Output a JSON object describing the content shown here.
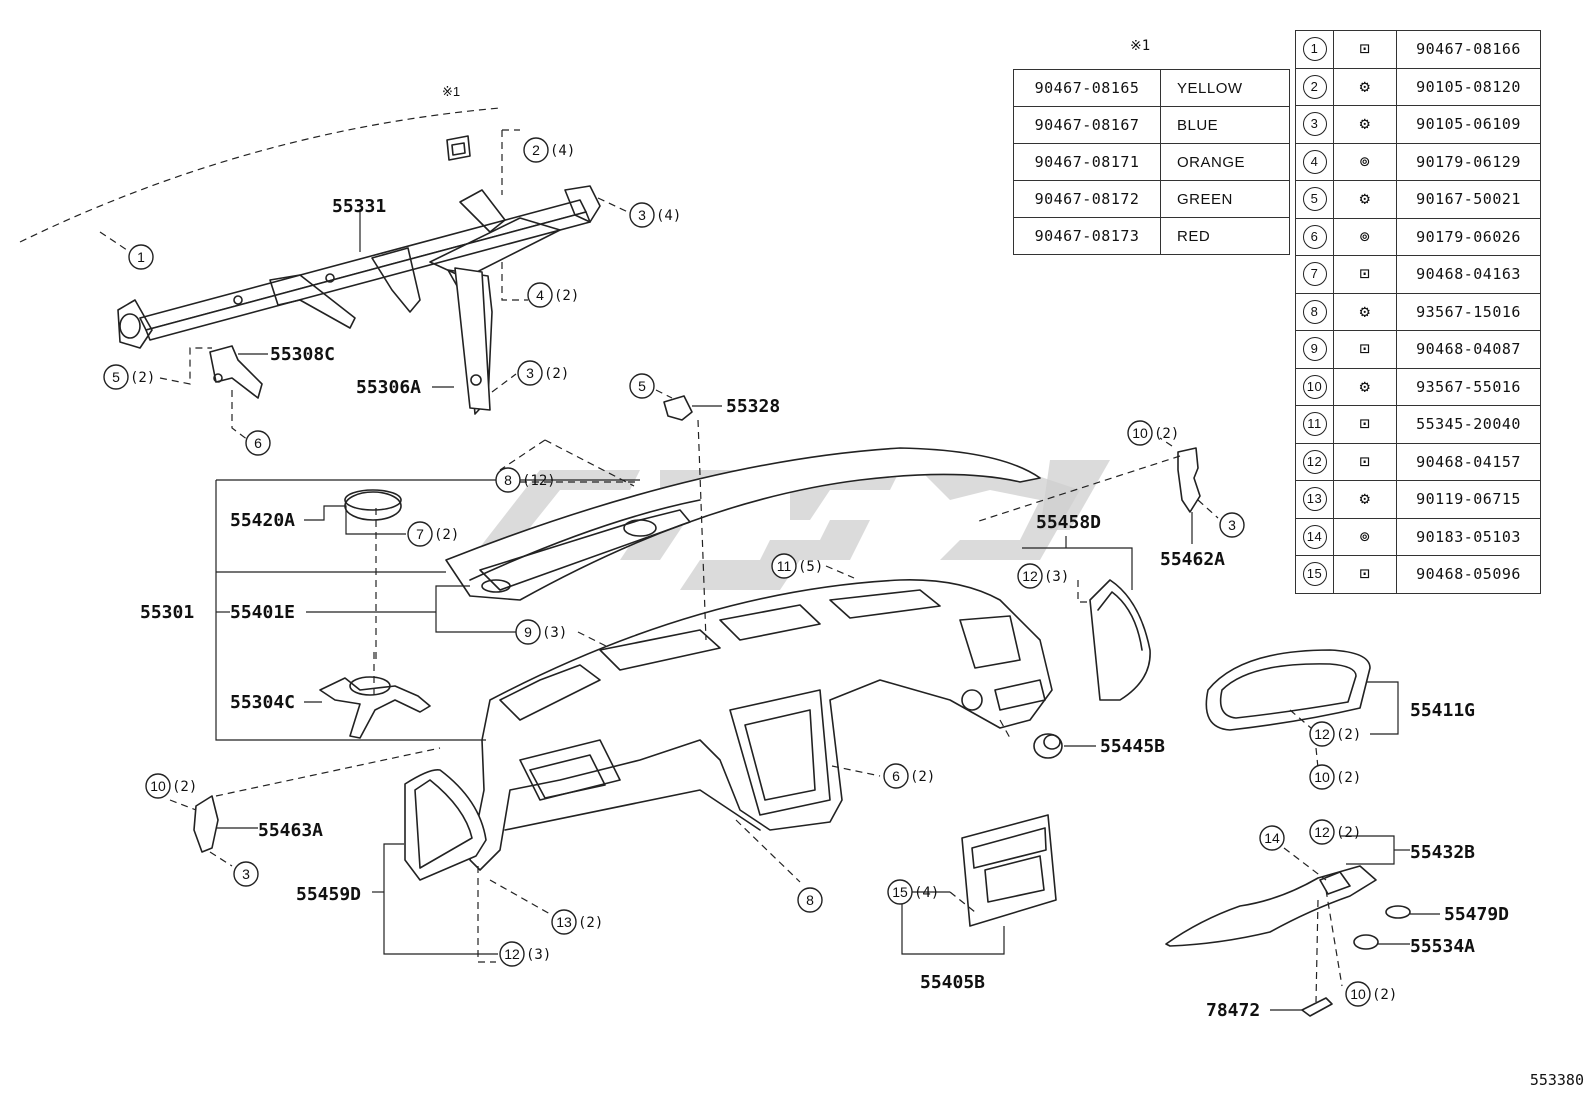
{
  "reference_mark": "※1",
  "diagram_code": "553380",
  "color_table": [
    {
      "part_no": "90467-08165",
      "color": "YELLOW"
    },
    {
      "part_no": "90467-08167",
      "color": "BLUE"
    },
    {
      "part_no": "90467-08171",
      "color": "ORANGE"
    },
    {
      "part_no": "90467-08172",
      "color": "GREEN"
    },
    {
      "part_no": "90467-08173",
      "color": "RED"
    }
  ],
  "parts_table": [
    {
      "no": "1",
      "icon": "clip-icon",
      "part_no": "90467-08166"
    },
    {
      "no": "2",
      "icon": "screw-icon",
      "part_no": "90105-08120"
    },
    {
      "no": "3",
      "icon": "screw-icon",
      "part_no": "90105-06109"
    },
    {
      "no": "4",
      "icon": "nut-icon",
      "part_no": "90179-06129"
    },
    {
      "no": "5",
      "icon": "screw-icon",
      "part_no": "90167-50021"
    },
    {
      "no": "6",
      "icon": "nut-icon",
      "part_no": "90179-06026"
    },
    {
      "no": "7",
      "icon": "clip-icon",
      "part_no": "90468-04163"
    },
    {
      "no": "8",
      "icon": "screw-icon",
      "part_no": "93567-15016"
    },
    {
      "no": "9",
      "icon": "clip-icon",
      "part_no": "90468-04087"
    },
    {
      "no": "10",
      "icon": "screw-icon",
      "part_no": "93567-55016"
    },
    {
      "no": "11",
      "icon": "clip-icon",
      "part_no": "55345-20040"
    },
    {
      "no": "12",
      "icon": "clip-icon",
      "part_no": "90468-04157"
    },
    {
      "no": "13",
      "icon": "screw-icon",
      "part_no": "90119-06715"
    },
    {
      "no": "14",
      "icon": "nut-icon",
      "part_no": "90183-05103"
    },
    {
      "no": "15",
      "icon": "clip-icon",
      "part_no": "90468-05096"
    }
  ],
  "part_labels": {
    "p55331": "55331",
    "p55308C": "55308C",
    "p55306A": "55306A",
    "p55328": "55328",
    "p55420A": "55420A",
    "p55301": "55301",
    "p55401E": "55401E",
    "p55304C": "55304C",
    "p55458D": "55458D",
    "p55462A": "55462A",
    "p55411G": "55411G",
    "p55445B": "55445B",
    "p55463A": "55463A",
    "p55459D": "55459D",
    "p55405B": "55405B",
    "p55432B": "55432B",
    "p55479D": "55479D",
    "p55534A": "55534A",
    "p78472": "78472"
  },
  "callouts": {
    "c1": {
      "no": "1",
      "qty": ""
    },
    "c2": {
      "no": "2",
      "qty": "(4)"
    },
    "c3a": {
      "no": "3",
      "qty": "(4)"
    },
    "c4": {
      "no": "4",
      "qty": "(2)"
    },
    "c5a": {
      "no": "5",
      "qty": "(2)"
    },
    "c6a": {
      "no": "6",
      "qty": ""
    },
    "c3b": {
      "no": "3",
      "qty": "(2)"
    },
    "c5b": {
      "no": "5",
      "qty": ""
    },
    "c10a": {
      "no": "10",
      "qty": "(2)"
    },
    "c3c": {
      "no": "3",
      "qty": ""
    },
    "c8a": {
      "no": "8",
      "qty": "(12)"
    },
    "c7": {
      "no": "7",
      "qty": "(2)"
    },
    "c11": {
      "no": "11",
      "qty": "(5)"
    },
    "c12a": {
      "no": "12",
      "qty": "(3)"
    },
    "c9": {
      "no": "9",
      "qty": "(3)"
    },
    "c12b": {
      "no": "12",
      "qty": "(2)"
    },
    "c10b": {
      "no": "10",
      "qty": "(2)"
    },
    "c6b": {
      "no": "6",
      "qty": "(2)"
    },
    "c10c": {
      "no": "10",
      "qty": "(2)"
    },
    "c3d": {
      "no": "3",
      "qty": ""
    },
    "c8b": {
      "no": "8",
      "qty": ""
    },
    "c13": {
      "no": "13",
      "qty": "(2)"
    },
    "c12c": {
      "no": "12",
      "qty": "(3)"
    },
    "c15": {
      "no": "15",
      "qty": "(4)"
    },
    "c14": {
      "no": "14",
      "qty": ""
    },
    "c12d": {
      "no": "12",
      "qty": "(2)"
    },
    "c10d": {
      "no": "10",
      "qty": "(2)"
    },
    "c1mark": {
      "no": "※1",
      "qty": ""
    }
  }
}
